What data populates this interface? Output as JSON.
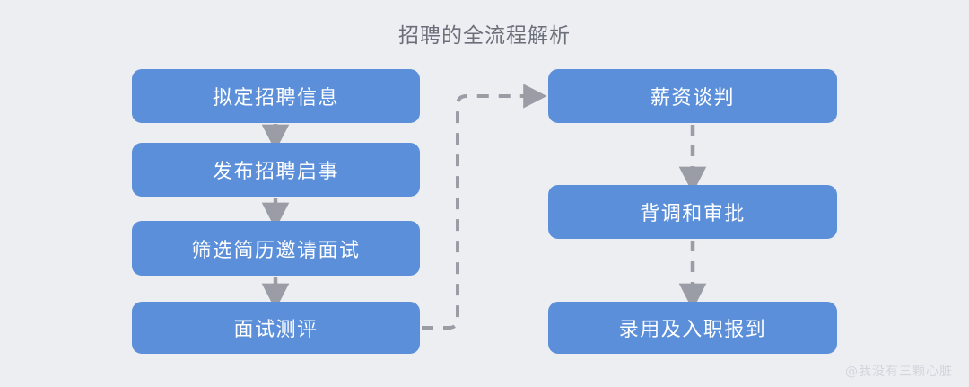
{
  "title": "招聘的全流程解析",
  "background_color": "#edeef2",
  "node_color": "#5b8fd9",
  "node_text_color": "#ffffff",
  "connector_color": "#9a9da5",
  "title_color": "#6b6f7a",
  "watermark": "@我没有三颗心脏",
  "columns": {
    "left": {
      "nodes": [
        {
          "label": "拟定招聘信息"
        },
        {
          "label": "发布招聘启事"
        },
        {
          "label": "筛选简历邀请面试"
        },
        {
          "label": "面试测评"
        }
      ]
    },
    "right": {
      "nodes": [
        {
          "label": "薪资谈判"
        },
        {
          "label": "背调和审批"
        },
        {
          "label": "录用及入职报到"
        }
      ]
    }
  },
  "connectors": [
    {
      "from": "拟定招聘信息",
      "to": "发布招聘启事",
      "style": "solid",
      "direction": "down"
    },
    {
      "from": "发布招聘启事",
      "to": "筛选简历邀请面试",
      "style": "solid",
      "direction": "down"
    },
    {
      "from": "筛选简历邀请面试",
      "to": "面试测评",
      "style": "solid",
      "direction": "down"
    },
    {
      "from": "面试测评",
      "to": "薪资谈判",
      "style": "dashed",
      "direction": "right-up-right"
    },
    {
      "from": "薪资谈判",
      "to": "背调和审批",
      "style": "dashed",
      "direction": "down"
    },
    {
      "from": "背调和审批",
      "to": "录用及入职报到",
      "style": "dashed",
      "direction": "down"
    }
  ]
}
